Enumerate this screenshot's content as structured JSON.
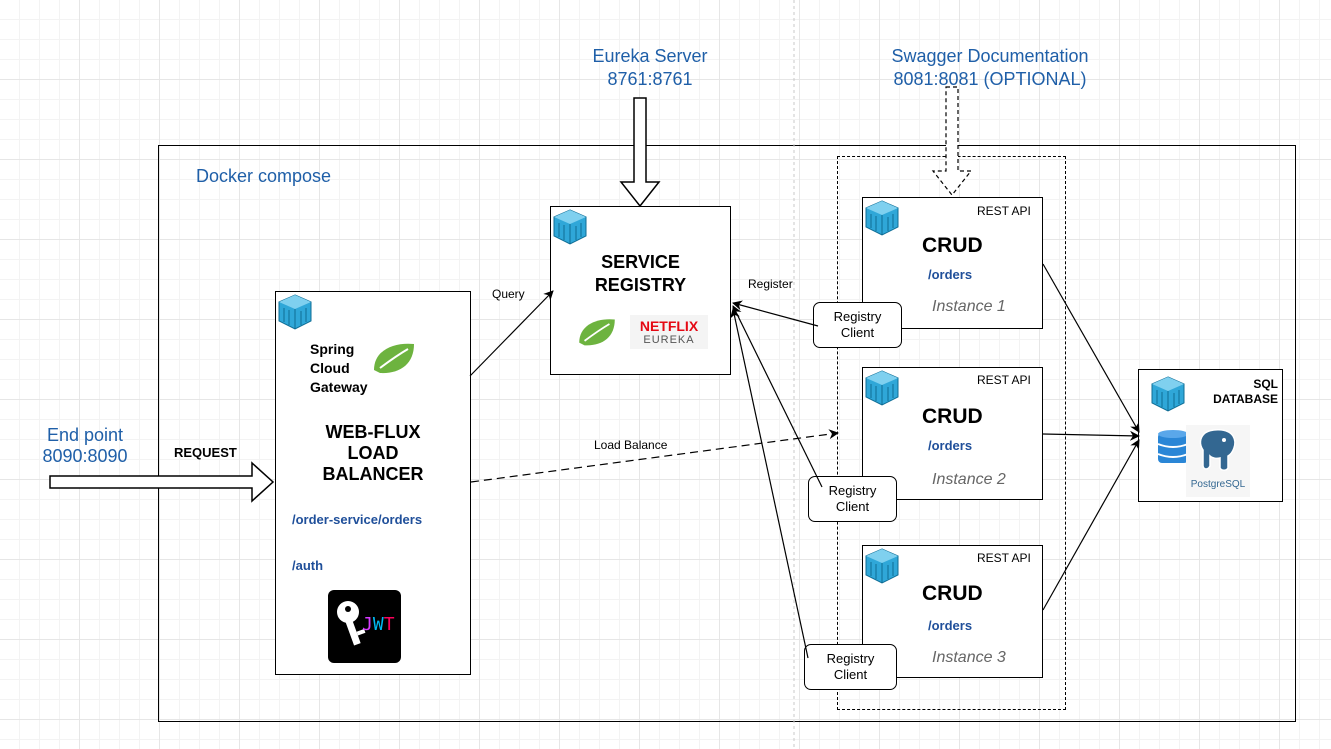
{
  "top_labels": {
    "eureka_line1": "Eureka Server",
    "eureka_line2": "8761:8761",
    "swagger_line1": "Swagger Documentation",
    "swagger_line2": "8081:8081 (OPTIONAL)"
  },
  "compose": {
    "label": "Docker compose"
  },
  "endpoint": {
    "line1": "End point",
    "line2": "8090:8090",
    "request": "REQUEST"
  },
  "gateway": {
    "spring_line1": "Spring",
    "spring_line2": "Cloud",
    "spring_line3": "Gateway",
    "title_line1": "WEB-FLUX",
    "title_line2": "LOAD",
    "title_line3": "BALANCER",
    "route1": "/order-service/orders",
    "route2": "/auth",
    "jwt_logo": "JWT"
  },
  "registry": {
    "title_line1": "SERVICE",
    "title_line2": "REGISTRY",
    "netflix": "NETFLIX",
    "eureka": "EUREKA"
  },
  "edges": {
    "query": "Query",
    "register": "Register",
    "load_balance": "Load Balance"
  },
  "instances": [
    {
      "tag": "REST API",
      "title": "CRUD",
      "route": "/orders",
      "name": "Instance 1",
      "client_line1": "Registry",
      "client_line2": "Client"
    },
    {
      "tag": "REST API",
      "title": "CRUD",
      "route": "/orders",
      "name": "Instance 2",
      "client_line1": "Registry",
      "client_line2": "Client"
    },
    {
      "tag": "REST API",
      "title": "CRUD",
      "route": "/orders",
      "name": "Instance 3",
      "client_line1": "Registry",
      "client_line2": "Client"
    }
  ],
  "database": {
    "line1": "SQL",
    "line2": "DATABASE",
    "logo_text": "PostgreSQL"
  },
  "colors": {
    "link_blue": "#1f5fa8",
    "spring_green": "#6db33f",
    "netflix_red": "#e50914",
    "cube_blue": "#2fa7d8"
  }
}
